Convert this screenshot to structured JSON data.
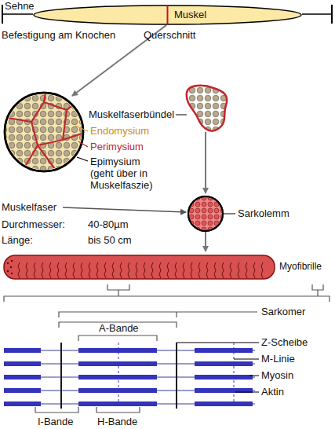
{
  "diagram": {
    "nodes": [
      {
        "text": [
          "Muskel"
        ]
      }
    ],
    "labels": [
      "Sehne",
      "Befestigung am Knochen",
      "Querschnitt",
      "Muskelfaserbündel",
      "Endomysium",
      "Perimysium",
      "Epimysium (geht über in Muskelfaszie)",
      "Muskelfaser",
      "Durchmesser:",
      "40-80µm",
      "Länge:",
      "bis 50 cm",
      "Sarkolemm",
      "Myofibrille",
      "Sarkomer",
      "A-Bande",
      "Z-Scheibe",
      "M-Linie",
      "Myosin",
      "Aktin",
      "I-Bande",
      "H-Bande"
    ]
  }
}
